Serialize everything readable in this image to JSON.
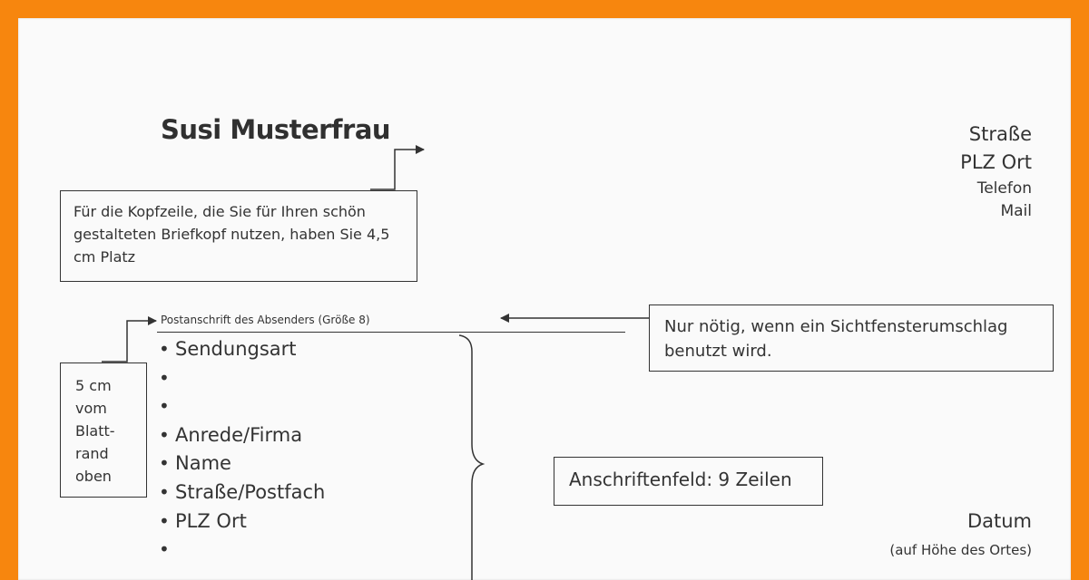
{
  "letterhead": {
    "name": "Susi Musterfrau",
    "street": "Straße",
    "plz_ort": "PLZ Ort",
    "telefon": "Telefon",
    "mail": "Mail"
  },
  "notes": {
    "header_space": "Für die Kopfzeile, die Sie für Ihren schön gestalteten Briefkopf nutzen, haben Sie 4,5 cm Platz",
    "window_envelope": "Nur nötig, wenn ein Sichtfensterumschlag benutzt wird.",
    "top_margin_lines": [
      "5 cm",
      "vom",
      "Blatt-",
      "rand",
      "oben"
    ],
    "address_field": "Anschriftenfeld: 9 Zeilen"
  },
  "address_block": {
    "sender_line": "Postanschrift des Absenders (Größe 8)",
    "bullet": "•",
    "lines": [
      "Sendungsart",
      "",
      "",
      "Anrede/Firma",
      "Name",
      "Straße/Postfach",
      "PLZ Ort",
      ""
    ]
  },
  "date": {
    "label": "Datum",
    "hint": "(auf Höhe des Ortes)"
  }
}
